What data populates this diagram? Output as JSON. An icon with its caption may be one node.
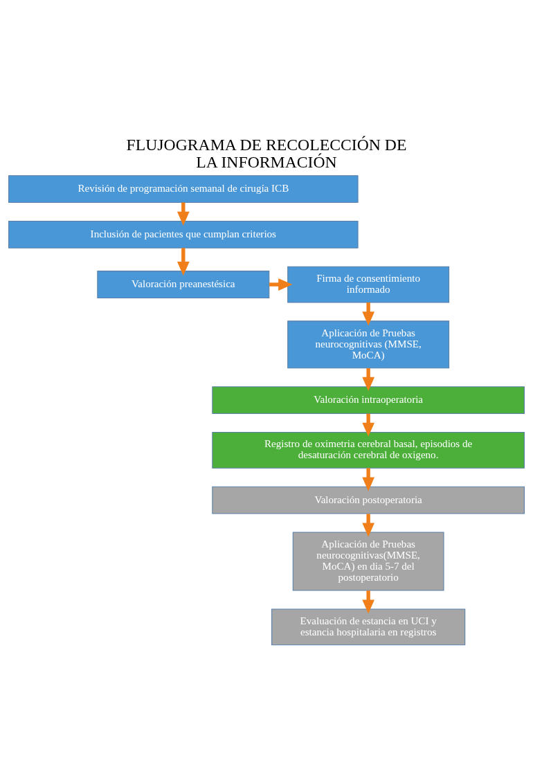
{
  "diagram": {
    "title": "FLUJOGRAMA DE RECOLECCIÓN DE LA INFORMACIÓN",
    "nodes": [
      {
        "text": [
          "Revisión de programación semanal de cirugía ICB"
        ]
      },
      {
        "text": [
          "Inclusión de pacientes que cumplan criterios"
        ]
      },
      {
        "text": [
          "Valoración preanestésica"
        ]
      },
      {
        "text": [
          "Firma de consentimiento informado"
        ]
      },
      {
        "text": [
          "Aplicación de Pruebas neurocognitivas (MMSE, MoCA)"
        ]
      },
      {
        "text": [
          "Valoración intraoperatoria"
        ]
      },
      {
        "text": [
          "Registro de oximetria cerebral basal, episodios de desaturación cerebral de oxigeno."
        ]
      },
      {
        "text": [
          "Valoración postoperatoria"
        ]
      },
      {
        "text": [
          "Aplicación de Pruebas neurocognitivas(MMSE, MoCA) en dia 5-7 del postoperatorio"
        ]
      },
      {
        "text": [
          "Evaluación de estancia en UCI y estancia hospitalaria en registros"
        ]
      }
    ],
    "edges": [
      {
        "from": 0,
        "to": 1,
        "arrow": "to"
      },
      {
        "from": 1,
        "to": 2,
        "arrow": "to"
      },
      {
        "from": 2,
        "to": 3,
        "arrow": "to"
      },
      {
        "from": 3,
        "to": 4,
        "arrow": "to"
      },
      {
        "from": 4,
        "to": 5,
        "arrow": "to"
      },
      {
        "from": 5,
        "to": 6,
        "arrow": "to"
      },
      {
        "from": 6,
        "to": 7,
        "arrow": "to"
      },
      {
        "from": 7,
        "to": 8,
        "arrow": "to"
      },
      {
        "from": 8,
        "to": 9,
        "arrow": "to"
      }
    ]
  }
}
